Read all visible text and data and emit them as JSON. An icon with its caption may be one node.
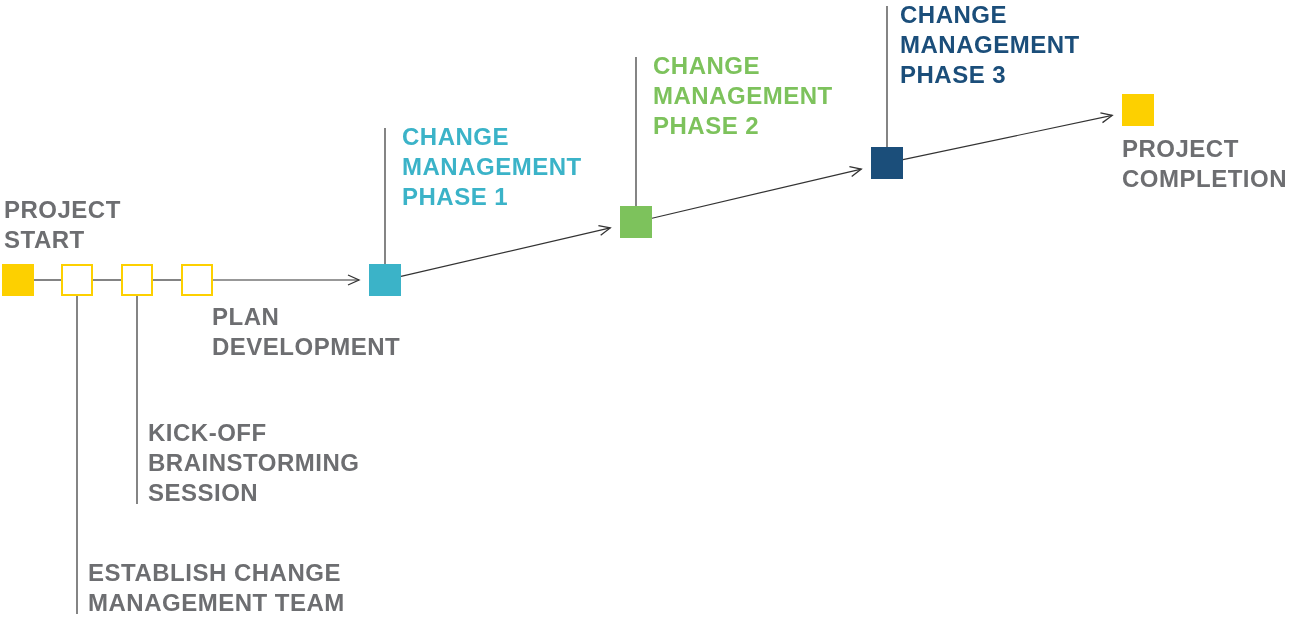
{
  "diagram": {
    "nodes": [
      {
        "text": [],
        "shape": "box",
        "beside": [
          "PROJECT START"
        ]
      },
      {
        "text": [],
        "shape": "box"
      },
      {
        "text": [],
        "shape": "box"
      },
      {
        "text": [],
        "shape": "box",
        "beside": [
          "PLAN DEVELOPMENT"
        ]
      },
      {
        "text": [],
        "shape": "box"
      },
      {
        "text": [],
        "shape": "box"
      },
      {
        "text": [],
        "shape": "box"
      },
      {
        "text": [],
        "shape": "box",
        "beside": [
          "PROJECT COMPLETION"
        ]
      },
      {
        "text": [
          "ESTABLISH CHANGE MANAGEMENT TEAM"
        ]
      },
      {
        "text": [
          "KICK-OFF BRAINSTORMING SESSION"
        ]
      },
      {
        "text": [
          "CHANGE MANAGEMENT PHASE 1"
        ]
      },
      {
        "text": [
          "CHANGE MANAGEMENT PHASE 2"
        ]
      },
      {
        "text": [
          "CHANGE MANAGEMENT PHASE 3"
        ]
      }
    ],
    "edges": [
      {
        "from": 0,
        "to": 1,
        "arrow": "none"
      },
      {
        "from": 1,
        "to": 2,
        "arrow": "none"
      },
      {
        "from": 2,
        "to": 3,
        "arrow": "none"
      },
      {
        "from": 3,
        "to": 4,
        "arrow": "to"
      },
      {
        "from": 4,
        "to": 5,
        "arrow": "to"
      },
      {
        "from": 5,
        "to": 6,
        "arrow": "to"
      },
      {
        "from": 6,
        "to": 7,
        "arrow": "to"
      },
      {
        "from": 8,
        "to": 1,
        "arrow": "none"
      },
      {
        "from": 9,
        "to": 2,
        "arrow": "none"
      },
      {
        "from": 10,
        "to": 4,
        "arrow": "none"
      },
      {
        "from": 11,
        "to": 5,
        "arrow": "none"
      },
      {
        "from": 12,
        "to": 6,
        "arrow": "none"
      }
    ]
  }
}
